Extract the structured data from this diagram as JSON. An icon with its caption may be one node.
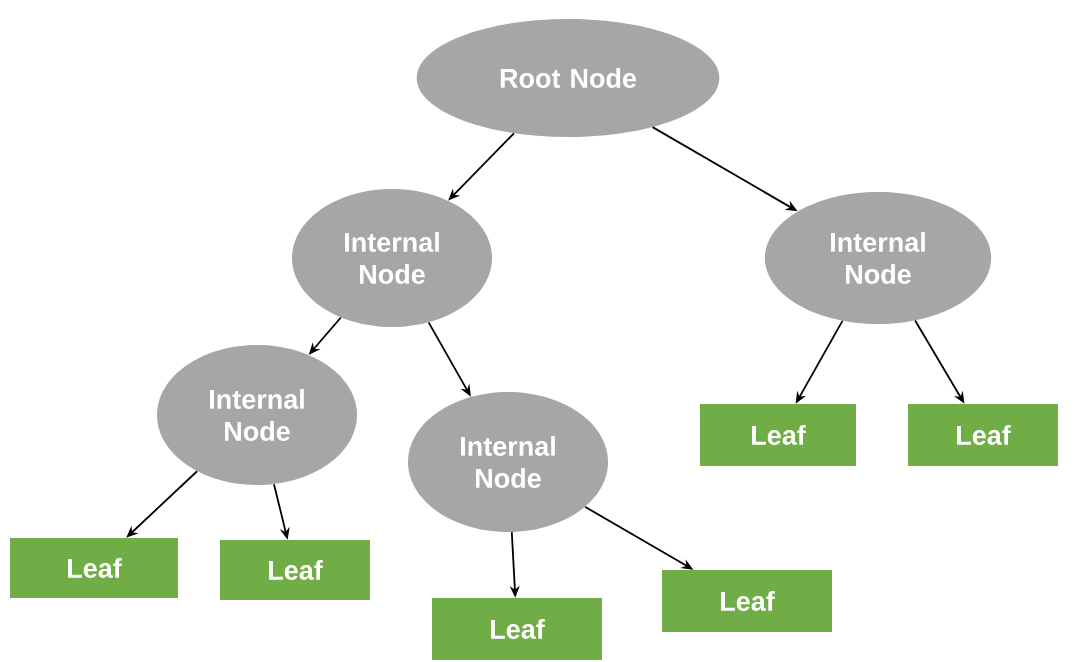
{
  "diagram": {
    "nodes": [
      {
        "text": [
          "Root Node"
        ]
      },
      {
        "text": [
          "Internal Node"
        ]
      },
      {
        "text": [
          "Internal Node"
        ]
      },
      {
        "text": [
          "Internal Node"
        ]
      },
      {
        "text": [
          "Internal Node"
        ]
      },
      {
        "text": [
          "Leaf"
        ]
      },
      {
        "text": [
          "Leaf"
        ]
      },
      {
        "text": [
          "Leaf"
        ]
      },
      {
        "text": [
          "Leaf"
        ]
      },
      {
        "text": [
          "Leaf"
        ]
      },
      {
        "text": [
          "Leaf"
        ]
      }
    ],
    "edges": [
      {
        "from": 0,
        "to": 1,
        "arrow": "to"
      },
      {
        "from": 0,
        "to": 2,
        "arrow": "to"
      },
      {
        "from": 1,
        "to": 3,
        "arrow": "to"
      },
      {
        "from": 1,
        "to": 4,
        "arrow": "to"
      },
      {
        "from": 2,
        "to": 5,
        "arrow": "to"
      },
      {
        "from": 2,
        "to": 6,
        "arrow": "to"
      },
      {
        "from": 3,
        "to": 7,
        "arrow": "to"
      },
      {
        "from": 3,
        "to": 8,
        "arrow": "to"
      },
      {
        "from": 4,
        "to": 10,
        "arrow": "to"
      },
      {
        "from": 4,
        "to": 9,
        "arrow": "to"
      }
    ]
  }
}
